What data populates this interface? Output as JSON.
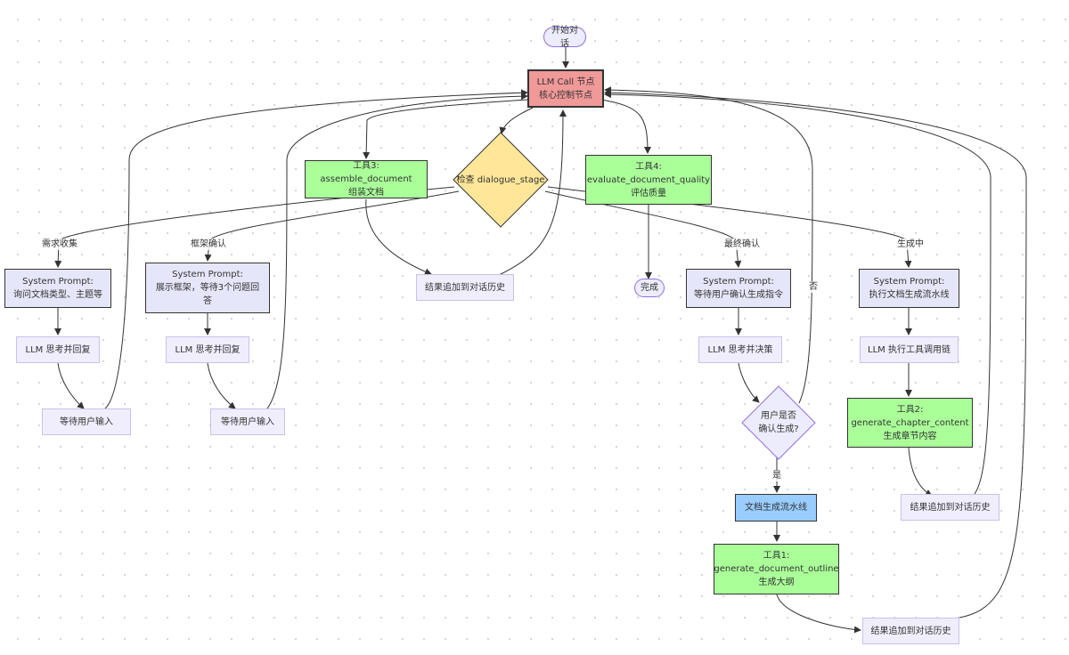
{
  "nodes": {
    "start": "开始对话",
    "core": "LLM Call 节点\n核心控制节点",
    "check": "检查 dialogue_stage",
    "tool3": "工具3: assemble_document\n组装文档",
    "tool4": "工具4:\nevaluate_document_quality\n评估质量",
    "result_mid": "结果追加到对话历史",
    "done": "完成",
    "sys1": "System Prompt:\n询问文档类型、主题等",
    "sys2": "System Prompt:\n展示框架，等待3个问题回\n答",
    "sys3": "System Prompt:\n等待用户确认生成指令",
    "sys4": "System Prompt:\n执行文档生成流水线",
    "think1": "LLM 思考并回复",
    "think2": "LLM 思考并回复",
    "decide": "LLM 思考并决策",
    "exec": "LLM 执行工具调用链",
    "wait1": "等待用户输入",
    "wait2": "等待用户输入",
    "confirm": "用户是否\n确认生成?",
    "tool2": "工具2:\ngenerate_chapter_content\n生成章节内容",
    "result_right": "结果追加到对话历史",
    "pipeline": "文档生成流水线",
    "tool1": "工具1:\ngenerate_document_outline\n生成大纲",
    "result_bottom": "结果追加到对话历史"
  },
  "edge_labels": {
    "req": "需求收集",
    "frame": "框架确认",
    "final": "最终确认",
    "gen": "生成中",
    "no": "否",
    "yes": "是"
  }
}
